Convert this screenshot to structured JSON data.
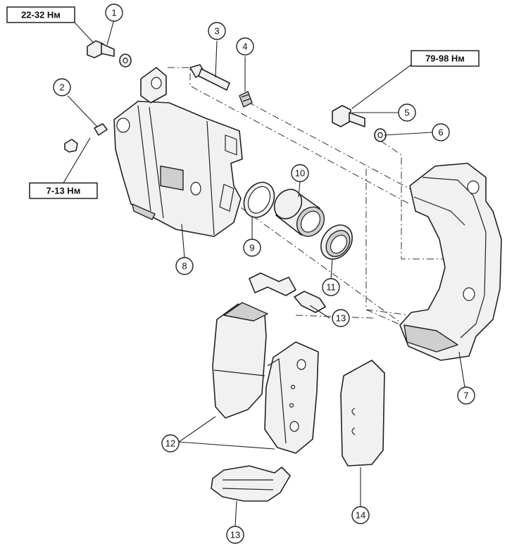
{
  "torque_labels": {
    "bolt_1": "22-32 Нм",
    "bolt_2": "7-13 Нм",
    "bolt_5": "79-98 Нм"
  },
  "callouts": {
    "c1": "1",
    "c2": "2",
    "c3": "3",
    "c4": "4",
    "c5": "5",
    "c6": "6",
    "c7": "7",
    "c8": "8",
    "c9": "9",
    "c10": "10",
    "c11": "11",
    "c12": "12",
    "c13a": "13",
    "c13b": "13",
    "c14": "14"
  }
}
